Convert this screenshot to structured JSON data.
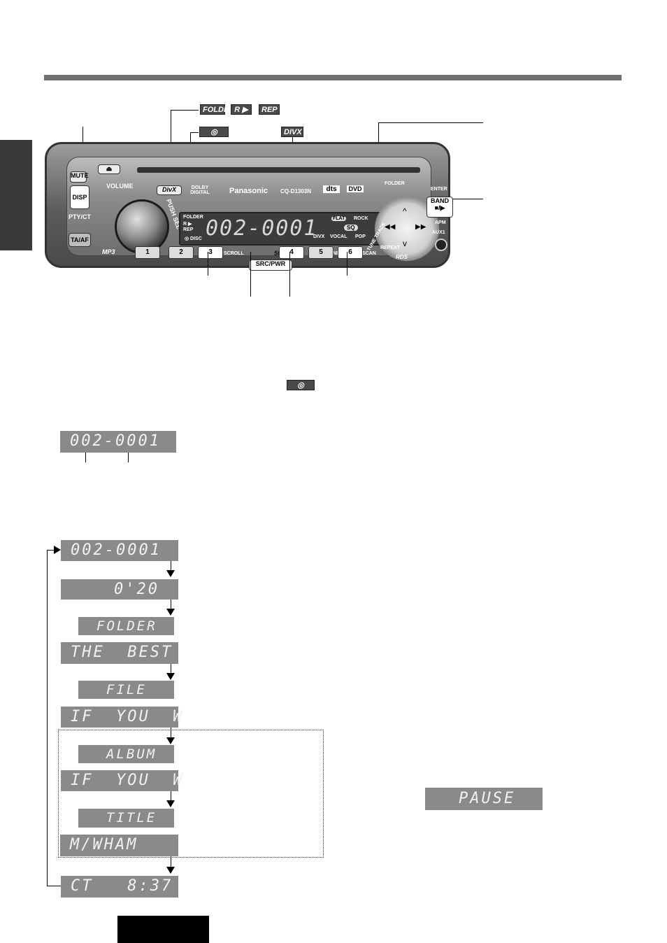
{
  "tags": {
    "folder": "FOLDER",
    "random": "R ▶",
    "repeat": "REP",
    "disc_top": "◎ DISC",
    "divx": "DIVX",
    "disc_inline": "◎ DISC"
  },
  "unit": {
    "mute": "MUTE",
    "disp": "DISP",
    "volume": "VOLUME",
    "push_sel": "PUSH SEL",
    "pty_ct": "PTY/CT",
    "ta_af": "TA/AF",
    "mp3": "MP3",
    "divx_logo": "DivX",
    "dolby": "DOLBY DIGITAL",
    "brand": "Panasonic",
    "model": "CQ-D1303N",
    "dts": "dts",
    "dvd": "DVD",
    "folder_knob": "FOLDER",
    "enter": "ENTER",
    "band": "BAND",
    "band_sub": "■/▶",
    "apm": "APM",
    "aux1": "AUX1",
    "tune_track": "TUNE TRACK",
    "rds": "RDS",
    "lcd_left_folder": "FOLDER",
    "lcd_left_r": "R ▶",
    "lcd_left_rep": "REP",
    "lcd_disc": "◎ DISC",
    "lcd_digits": "002-0001",
    "lcd_divx": "DIVX",
    "eq_flat": "FLAT",
    "eq_rock": "ROCK",
    "eq_sq": "SQ",
    "eq_vocal": "VOCAL",
    "eq_pop": "POP",
    "scroll": "SCROLL",
    "power": "50Wx4",
    "random": "RANDOM",
    "scan": "SCAN",
    "repeat": "REPEAT",
    "src_pwr": "SRC/PWR",
    "keys": [
      "1",
      "2",
      "3",
      "4",
      "5",
      "6"
    ]
  },
  "example_display": "002-0001",
  "sequence": {
    "s1": "002-0001",
    "s2": "0'20",
    "s3": "FOLDER",
    "s4": "THE  BEST",
    "s5": "FILE",
    "s6": "IF  YOU  W",
    "s7": "ALBUM",
    "s8": "IF  YOU  W",
    "s9": "TITLE",
    "s10": "M/WHAM",
    "s11": "CT   8:37"
  },
  "pause_display": "PAUSE"
}
